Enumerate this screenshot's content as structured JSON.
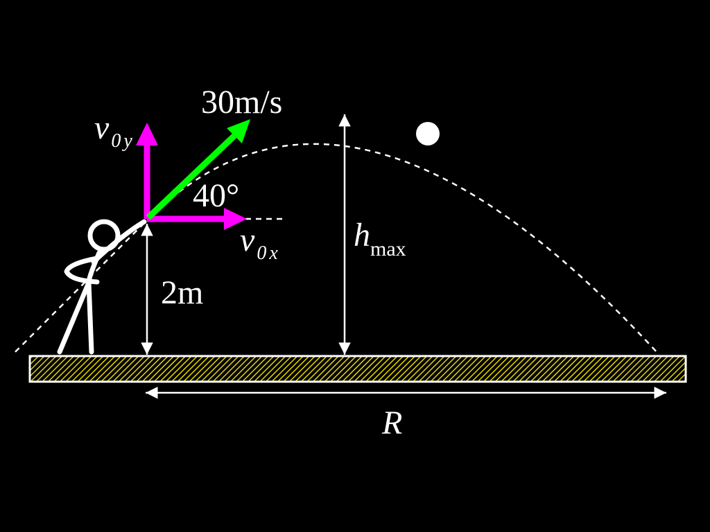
{
  "labels": {
    "velocity": "30m/s",
    "angle": "40°",
    "v0y_main": "v",
    "v0y_sub": "0y",
    "v0x_main": "v",
    "v0x_sub": "0x",
    "launch_height": "2m",
    "hmax_main": "h",
    "hmax_sub": "max",
    "range": "R"
  },
  "colors": {
    "background": "#000000",
    "text": "#ffffff",
    "component_vectors": "#ff00ff",
    "velocity_vector": "#00ff00",
    "ground_hatch": "#e6d800",
    "trajectory": "#ffffff"
  }
}
